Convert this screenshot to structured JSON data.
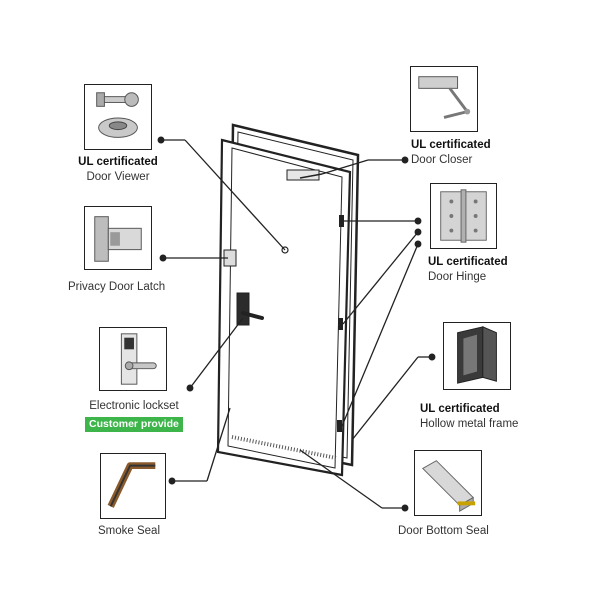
{
  "callouts": {
    "door_viewer": {
      "cert": "UL certificated",
      "name": "Door Viewer",
      "icon": "door-viewer-icon"
    },
    "privacy_latch": {
      "name": "Privacy Door Latch",
      "icon": "privacy-latch-icon"
    },
    "lockset": {
      "name": "Electronic lockset",
      "badge": "Customer provide",
      "icon": "lockset-icon"
    },
    "smoke_seal": {
      "name": "Smoke Seal",
      "icon": "smoke-seal-icon"
    },
    "door_closer": {
      "cert": "UL certificated",
      "name": "Door Closer",
      "icon": "door-closer-icon"
    },
    "door_hinge": {
      "cert": "UL certificated",
      "name": "Door Hinge",
      "icon": "door-hinge-icon"
    },
    "metal_frame": {
      "cert": "UL certificated",
      "name": "Hollow metal frame",
      "icon": "metal-frame-icon"
    },
    "bottom_seal": {
      "name": "Door Bottom Seal",
      "icon": "bottom-seal-icon"
    }
  },
  "colors": {
    "badge": "#3db54a",
    "line": "#222222"
  }
}
